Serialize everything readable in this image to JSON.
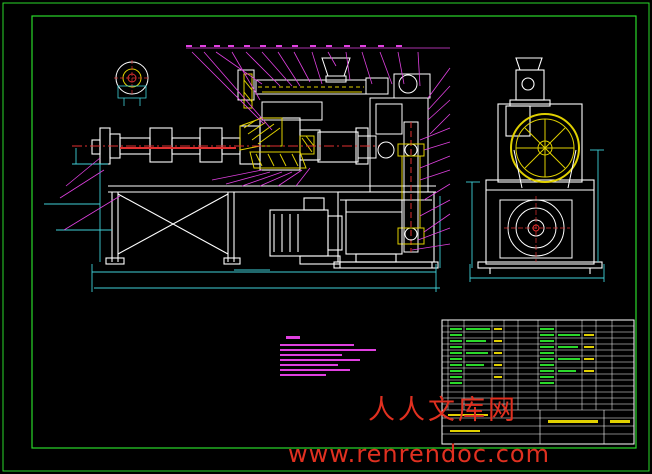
{
  "watermark": {
    "cn_text": "人人文库网",
    "url": "www.renrendoc.com",
    "color": "#e03020"
  },
  "colors": {
    "background": "#000000",
    "frame": "#2ad92a",
    "machine": "#ffffff",
    "dimension": "#3fd0d8",
    "leader": "#e040e0",
    "section": "#e0d000",
    "notes": "#e040e0",
    "centerline": "#e03030"
  },
  "views": {
    "front": "extruder side elevation",
    "side": "end elevation",
    "detail": "circular detail view"
  }
}
